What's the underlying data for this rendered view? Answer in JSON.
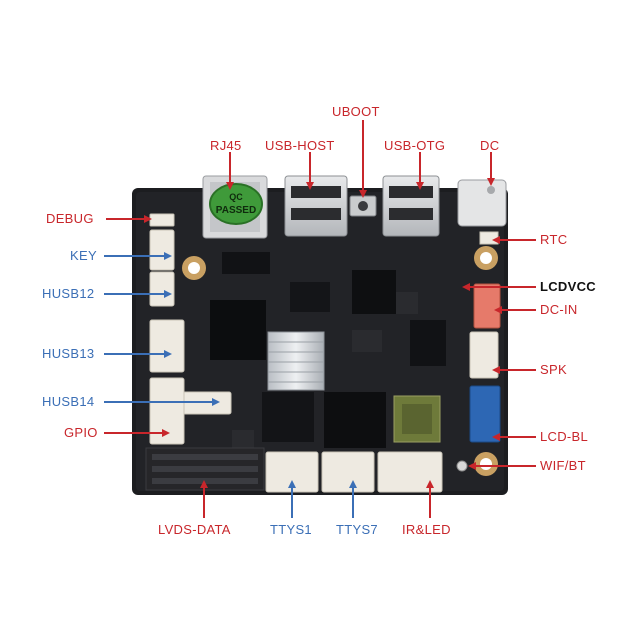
{
  "colors": {
    "red": "#c8262b",
    "blue": "#3b6fb6",
    "board": "#1c1d20",
    "connector": "#eeeae1",
    "heatsink": "#cfd3d8",
    "header": "#262629"
  },
  "labels": {
    "uboot": "UBOOT",
    "rj45": "RJ45",
    "usb_host": "USB-HOST",
    "usb_otg": "USB-OTG",
    "dc": "DC",
    "debug": "DEBUG",
    "key": "KEY",
    "husb12": "HUSB12",
    "husb13": "HUSB13",
    "husb14": "HUSB14",
    "gpio": "GPIO",
    "rtc": "RTC",
    "lcdvcc": "LCDVCC",
    "dc_in": "DC-IN",
    "spk": "SPK",
    "lcd_bl": "LCD-BL",
    "wif_bt": "WIF/BT",
    "lvds_data": "LVDS-DATA",
    "ttys1": "TTYS1",
    "ttys7": "TTYS7",
    "ir_led": "IR&LED"
  },
  "sticker": {
    "line1": "QC",
    "line2": "PASSED"
  }
}
